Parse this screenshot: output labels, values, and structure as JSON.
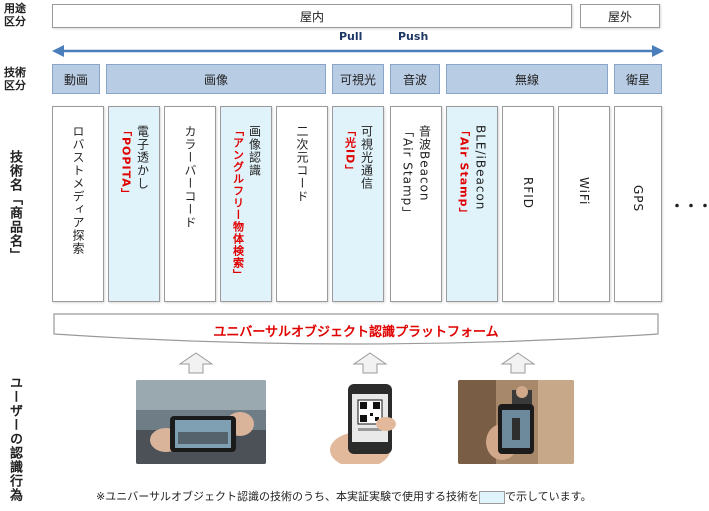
{
  "side_labels": {
    "use_category": [
      "用途",
      "区分"
    ],
    "tech_category": [
      "技術",
      "区分"
    ],
    "tech_name": "技術名「商品名」",
    "user_action": "ユーザーの認識行為"
  },
  "use": {
    "indoor": "屋内",
    "outdoor": "屋外"
  },
  "arrow": {
    "pull": "Pull",
    "push": "Push"
  },
  "categories": [
    "動画",
    "画像",
    "可視光",
    "音波",
    "無線",
    "衛星"
  ],
  "columns": [
    {
      "lines": [
        "ロバストメディア探索"
      ],
      "product": "",
      "highlight": false
    },
    {
      "lines": [
        "電子透かし"
      ],
      "product": "「POPITA」",
      "highlight": true
    },
    {
      "lines": [
        "カラーバーコード"
      ],
      "product": "",
      "highlight": false
    },
    {
      "lines": [
        "画像認識"
      ],
      "product": "「アングルフリー物体検索」",
      "highlight": true
    },
    {
      "lines": [
        "二次元コード"
      ],
      "product": "",
      "highlight": false
    },
    {
      "lines": [
        "可視光通信"
      ],
      "product": "「光ID」",
      "highlight": true
    },
    {
      "lines": [
        "音波Beacon",
        "「Air Stamp」"
      ],
      "product": "",
      "highlight": false
    },
    {
      "lines": [
        "BLE/iBeacon"
      ],
      "product": "「Air Stamp」",
      "highlight": true
    },
    {
      "lines": [
        "RFID"
      ],
      "product": "",
      "highlight": false
    },
    {
      "lines": [
        "WiFi"
      ],
      "product": "",
      "highlight": false
    },
    {
      "lines": [
        "GPS"
      ],
      "product": "",
      "highlight": false
    }
  ],
  "ellipsis": "・・・",
  "platform": "ユニバーサルオブジェクト認識プラットフォーム",
  "photos": [
    "phone-photo-street",
    "phone-photo-qrcode",
    "phone-photo-person"
  ],
  "footnote": {
    "before": "※ユニバーサルオブジェクト認識の技術のうち、本実証実験で使用する技術を",
    "after": "で示しています。"
  },
  "colors": {
    "category_fill": "#b8cce4",
    "highlight_fill": "#e0f3fb",
    "product_text": "#e00000",
    "arrow": "#4a7ebb"
  }
}
